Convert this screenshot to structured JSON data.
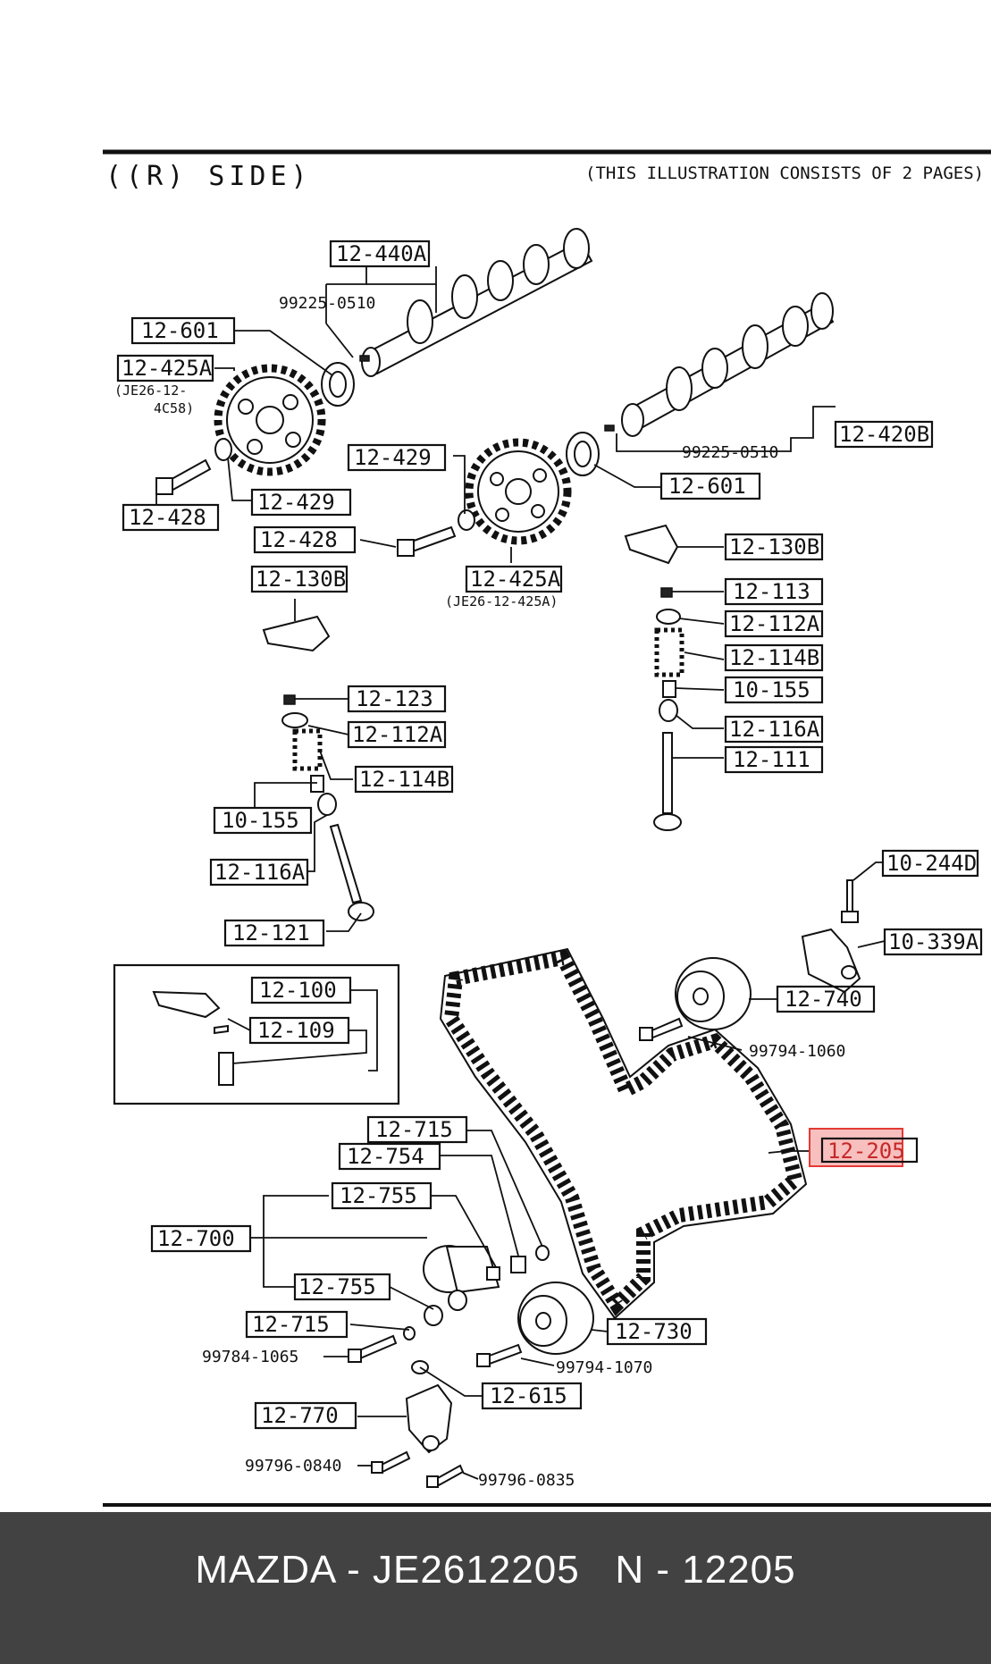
{
  "header": {
    "side": "((R) SIDE)",
    "note": "(THIS ILLUSTRATION CONSISTS OF  2 PAGES)"
  },
  "callouts": {
    "c440A": "12-440A",
    "c0510a": "99225-0510",
    "c601a": "12-601",
    "c425Aa": "12-425A",
    "c425Aa_note1": "(JE26-12-",
    "c425Aa_note2": "4C58)",
    "c428a": "12-428",
    "c429a": "12-429",
    "c429b": "12-429",
    "c428b": "12-428",
    "c425Ab": "12-425A",
    "c425Ab_note": "(JE26-12-425A)",
    "c130Ba": "12-130B",
    "c420B": "12-420B",
    "c0510b": "99225-0510",
    "c601b": "12-601",
    "c130Bb": "12-130B",
    "c113": "12-113",
    "c112Ab": "12-112A",
    "c114Bb": "12-114B",
    "c155b": "10-155",
    "c116Ab": "12-116A",
    "c111": "12-111",
    "c123": "12-123",
    "c112Aa": "12-112A",
    "c114Ba": "12-114B",
    "c155a": "10-155",
    "c116Aa": "12-116A",
    "c121": "12-121",
    "c100": "12-100",
    "c109": "12-109",
    "c244D": "10-244D",
    "c339A": "10-339A",
    "c740": "12-740",
    "c1060": "99794-1060",
    "c205": "12-205",
    "c715a": "12-715",
    "c754": "12-754",
    "c755a": "12-755",
    "c700": "12-700",
    "c755b": "12-755",
    "c715b": "12-715",
    "c1065": "99784-1065",
    "c730": "12-730",
    "c1070": "99794-1070",
    "c615": "12-615",
    "c770": "12-770",
    "c0840": "99796-0840",
    "c0835": "99796-0835"
  },
  "highlight": {
    "part": "12-205",
    "color": "#e53935"
  },
  "footer": {
    "title": "MAZDA - JE2612205   N - 12205"
  }
}
